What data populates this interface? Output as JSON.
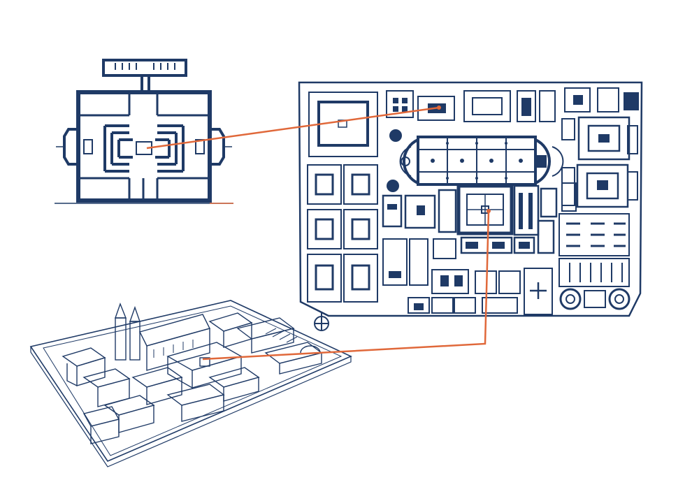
{
  "colors": {
    "ink": "#1f3a66",
    "ink_light": "#4a5f86",
    "connector": "#e0683a",
    "paper": "#ffffff"
  },
  "panels": [
    {
      "id": "building-floor-plan",
      "kind": "enlarged single building floor plan",
      "text": ""
    },
    {
      "id": "monastery-site-plan",
      "kind": "overall site plan",
      "text": ""
    },
    {
      "id": "monastery-perspective",
      "kind": "bird's-eye perspective sketch",
      "text": ""
    }
  ],
  "connectors": [
    {
      "from": "building-floor-plan",
      "to": "monastery-site-plan"
    },
    {
      "from": "monastery-site-plan",
      "to": "monastery-perspective"
    }
  ],
  "icons": [
    "compass-rose-icon"
  ]
}
